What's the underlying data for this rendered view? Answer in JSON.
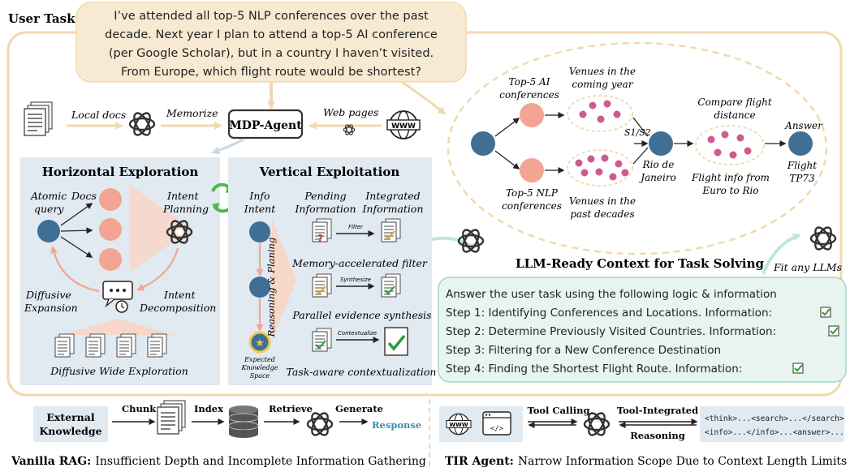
{
  "user_task": {
    "label": "User Task",
    "lines": [
      "I’ve attended all top-5 NLP conferences over the past",
      "decade. Next year I plan to attend a top-5 AI conference",
      "(per Google Scholar), but in a country I haven’t visited.",
      "From Europe, which flight route would be shortest?"
    ]
  },
  "agent_row": {
    "local_docs": "Local docs",
    "memorize": "Memorize",
    "agent": "MDP-Agent",
    "web_pages": "Web pages",
    "www": "WWW"
  },
  "reasoning_graph": {
    "top5_ai": [
      "Top-5 AI",
      "conferences"
    ],
    "top5_nlp": [
      "Top-5 NLP",
      "conferences"
    ],
    "venues_coming": [
      "Venues in the",
      "coming year"
    ],
    "venues_past": [
      "Venues in the",
      "past decades"
    ],
    "set_diff": "S1/S2",
    "rio": [
      "Rio de",
      "Janeiro"
    ],
    "compare": [
      "Compare flight",
      "distance"
    ],
    "flight_info": [
      "Flight info from",
      "Euro to Rio"
    ],
    "answer": "Answer",
    "flight": [
      "Flight",
      "TP73"
    ]
  },
  "horizontal": {
    "title": "Horizontal Exploration",
    "atomic_query": [
      "Atomic",
      "query"
    ],
    "docs": "Docs",
    "intent_planning": [
      "Intent",
      "Planning"
    ],
    "diffusive_expansion": [
      "Diffusive",
      "Expansion"
    ],
    "intent_decomposition": [
      "Intent",
      "Decomposition"
    ],
    "wide_exploration": "Diffusive Wide Exploration"
  },
  "vertical": {
    "title": "Vertical Exploitation",
    "info_intent": [
      "Info",
      "Intent"
    ],
    "pending": [
      "Pending",
      "Information"
    ],
    "integrated": [
      "Integrated",
      "Information"
    ],
    "filter": "Filter",
    "memory_filter": "Memory-accelerated filter",
    "synthesize": "Synthesize",
    "parallel": "Parallel evidence synthesis",
    "contextualize": "Contextualize",
    "task_aware": "Task-aware contextualization",
    "reasoning_planing": "Reasoning & Planing",
    "expected_space": [
      "Expected",
      "Knowledge",
      "Space"
    ]
  },
  "context": {
    "title": "LLM-Ready Context for Task Solving",
    "fit": "Fit any LLMs",
    "intro": "Answer the user task using the following logic & information",
    "steps": [
      "Step 1: Identifying Conferences and Locations. Information:",
      "Step 2: Determine Previously Visited Countries. Information:",
      "Step 3: Filtering for a New Conference Destination",
      "Step 4: Finding the Shortest Flight Route. Information:"
    ]
  },
  "vanilla_rag": {
    "external": [
      "External",
      "Knowledge"
    ],
    "chunk": "Chunk",
    "index": "Index",
    "retrieve": "Retrieve",
    "generate": "Generate",
    "response": "Response",
    "caption_bold": "Vanilla RAG:",
    "caption": "Insufficient Depth and Incomplete Information Gathering"
  },
  "tir_agent": {
    "www": "WWW",
    "tool_calling": "Tool Calling",
    "tool_integrated": "Tool-Integrated",
    "reasoning": "Reasoning",
    "trace": [
      "<think>...<search>...</search>",
      "<info>...</info>...<answer>..."
    ],
    "caption_bold": "TIR Agent:",
    "caption": "Narrow Information Scope Due to Context Length Limits"
  },
  "colors": {
    "peach_fill": "#f7ead2",
    "peach_stroke": "#f0d9ae",
    "panel_blue": "#e1e9f1",
    "node_blue": "#3f6f94",
    "node_salmon": "#f2a592",
    "node_pink": "#cf5a8f",
    "green_box": "#e7f4ef",
    "green_stroke": "#9ed6c2",
    "teal": "#3b8fa6"
  }
}
